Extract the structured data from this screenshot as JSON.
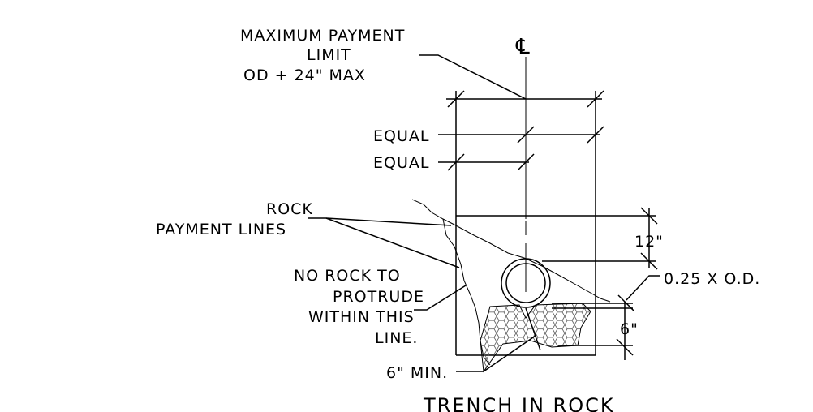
{
  "title": "TRENCH IN ROCK",
  "labels": {
    "max_payment_1": "MAXIMUM PAYMENT",
    "max_payment_2": "LIMIT",
    "max_payment_3": "OD + 24\" MAX",
    "centerline": "℄",
    "equal_1": "EQUAL",
    "equal_2": "EQUAL",
    "rock_1": "ROCK",
    "rock_2": "PAYMENT LINES",
    "noprot_1": "NO ROCK TO",
    "noprot_2": "PROTRUDE",
    "noprot_3": "WITHIN THIS",
    "noprot_4": "LINE.",
    "dim_12": "12\"",
    "od_ratio": "0.25 X O.D.",
    "dim_6": "6\"",
    "min_6": "6\" MIN."
  },
  "colors": {
    "line": "#000000",
    "background": "#ffffff",
    "bedding": "#555555"
  }
}
